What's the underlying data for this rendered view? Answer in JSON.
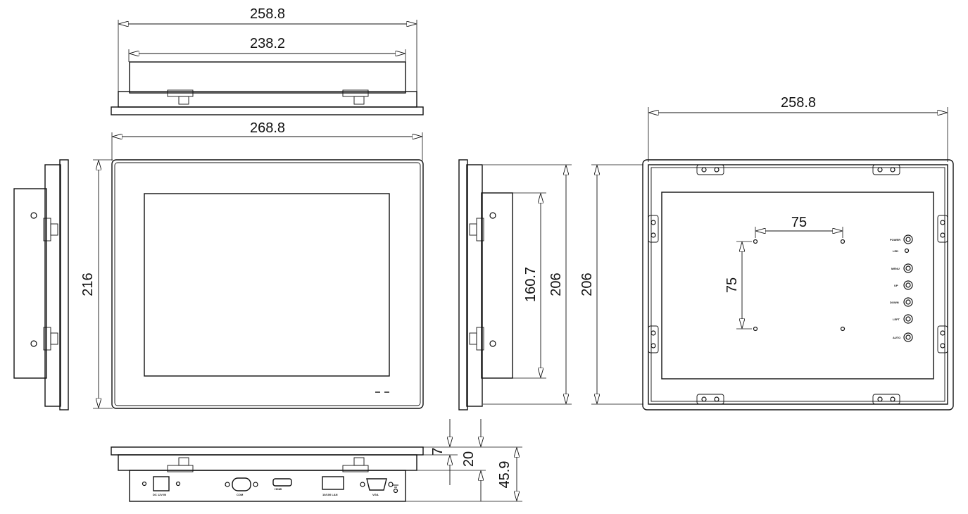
{
  "dimensions": {
    "top_overall_width": "258.8",
    "top_body_width": "238.2",
    "front_width": "268.8",
    "front_height": "216",
    "side_cutout_height": "160.7",
    "side_height": "206",
    "back_height": "206",
    "back_width": "258.8",
    "vesa_horizontal": "75",
    "vesa_vertical": "75",
    "bottom_bezel_depth": "7",
    "bottom_depth_20": "20",
    "bottom_total_depth": "45.9"
  },
  "port_labels": [
    "DC 12V IN",
    "COM",
    "HDMI",
    "10/100 LAN",
    "VGA"
  ],
  "button_labels": [
    "POWER",
    "LED",
    "MENU",
    "UP",
    "DOWN",
    "LEFT",
    "AUTO"
  ]
}
